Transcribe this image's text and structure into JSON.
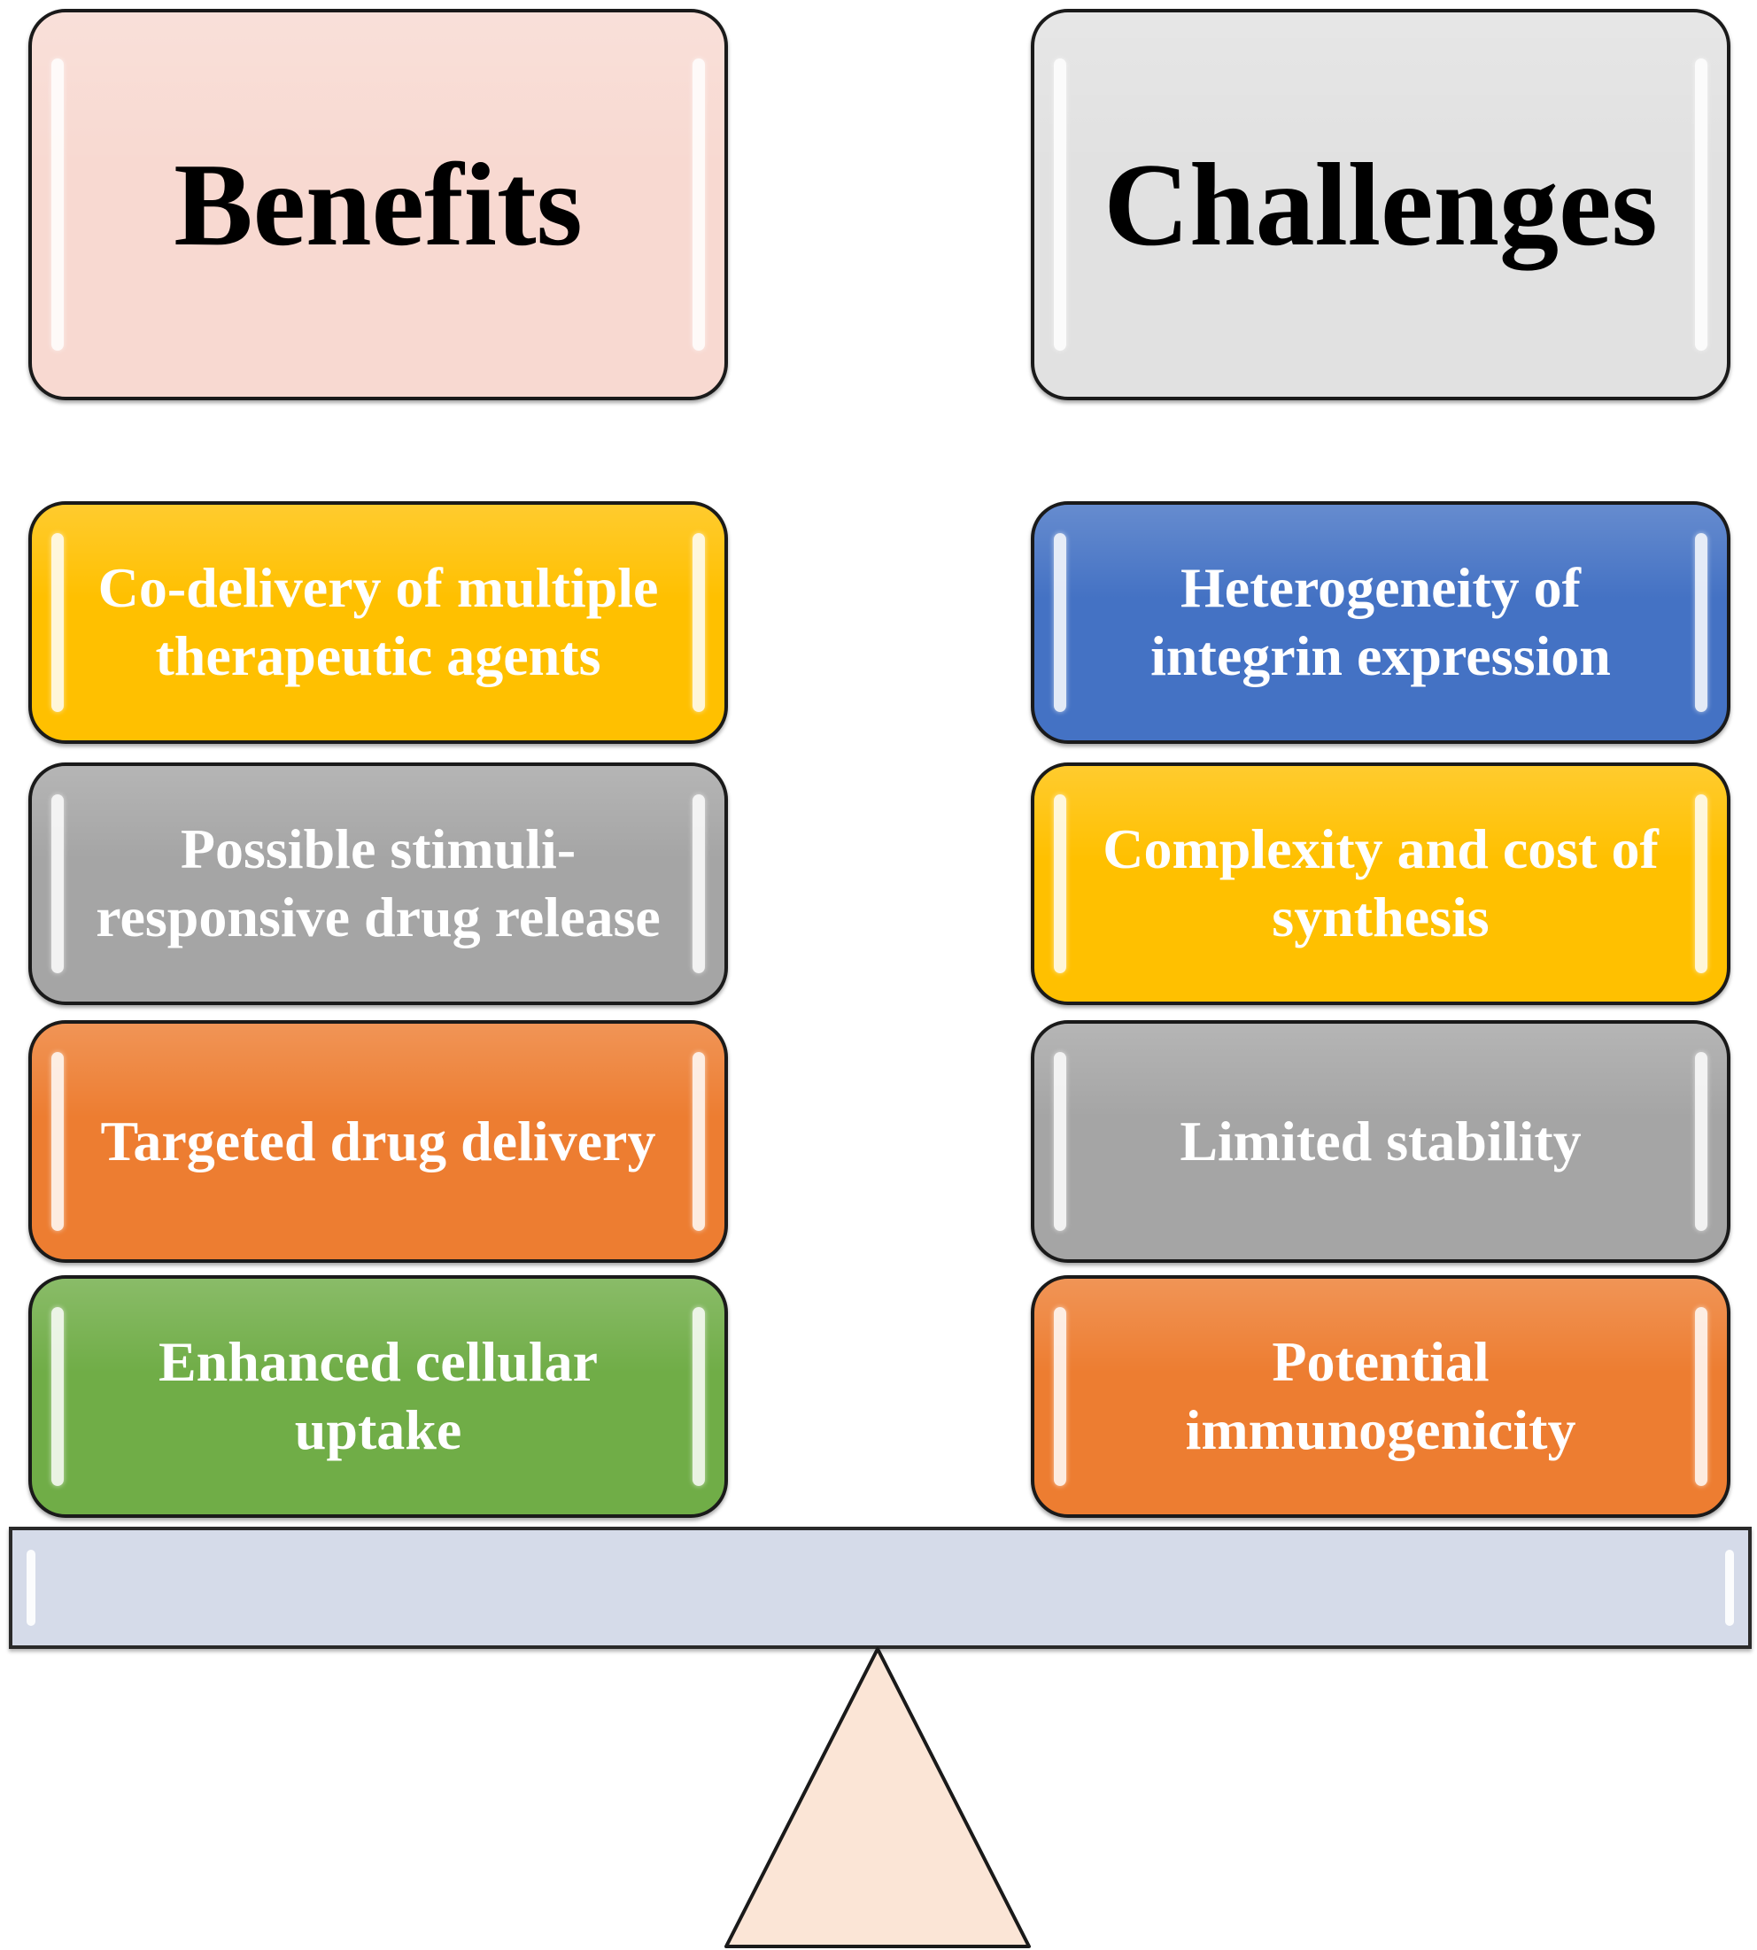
{
  "headers": {
    "benefits": "Benefits",
    "challenges": "Challenges"
  },
  "benefits": [
    {
      "text": "Co-delivery of multiple\ntherapeutic agents",
      "color": "#ffc000"
    },
    {
      "text": "Possible stimuli-\nresponsive drug release",
      "color": "#a5a5a5"
    },
    {
      "text": "Targeted drug delivery",
      "color": "#ed7d31"
    },
    {
      "text": "Enhanced cellular\nuptake",
      "color": "#70ad47"
    }
  ],
  "challenges": [
    {
      "text": "Heterogeneity of\nintegrin expression",
      "color": "#4472c4"
    },
    {
      "text": "Complexity and cost of\nsynthesis",
      "color": "#ffc000"
    },
    {
      "text": "Limited stability",
      "color": "#a5a5a5"
    },
    {
      "text": "Potential\nimmunogenicity",
      "color": "#ed7d31"
    }
  ],
  "colors": {
    "benefits_header": "#f8d9d1",
    "challenges_header": "#e1e1e1",
    "beam": "#d5dbe9",
    "fulcrum": "#fbe5d6"
  }
}
